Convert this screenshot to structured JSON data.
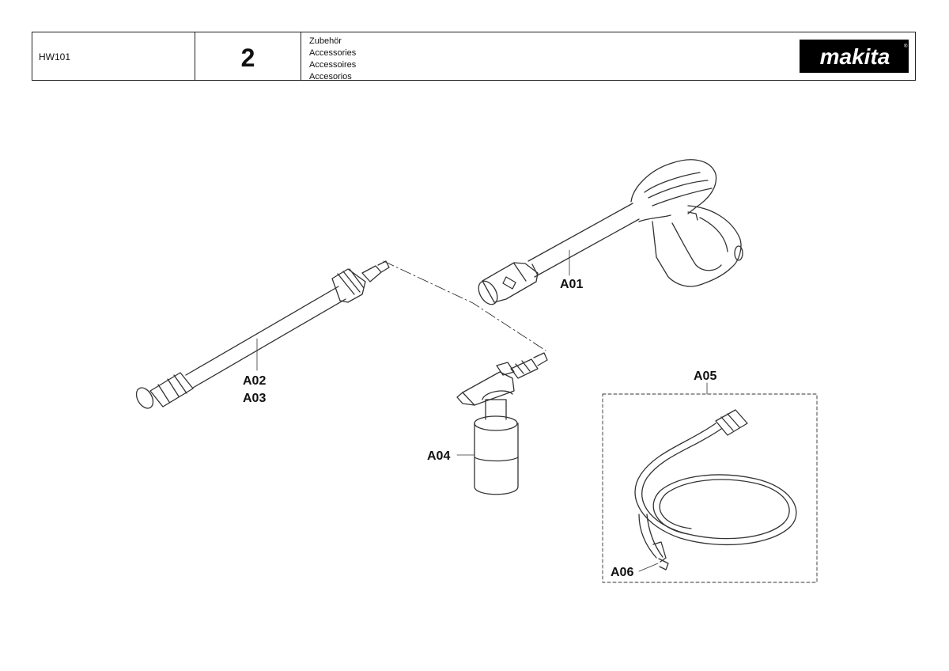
{
  "header": {
    "model": "HW101",
    "page_number": "2",
    "titles": [
      "Zubehör",
      "Accessories",
      "Accessoires",
      "Accesorios"
    ],
    "brand": "makita"
  },
  "parts": {
    "a01": "A01",
    "a02": "A02",
    "a03": "A03",
    "a04": "A04",
    "a05": "A05",
    "a06": "A06"
  },
  "colors": {
    "line": "#333333",
    "background": "#ffffff"
  }
}
